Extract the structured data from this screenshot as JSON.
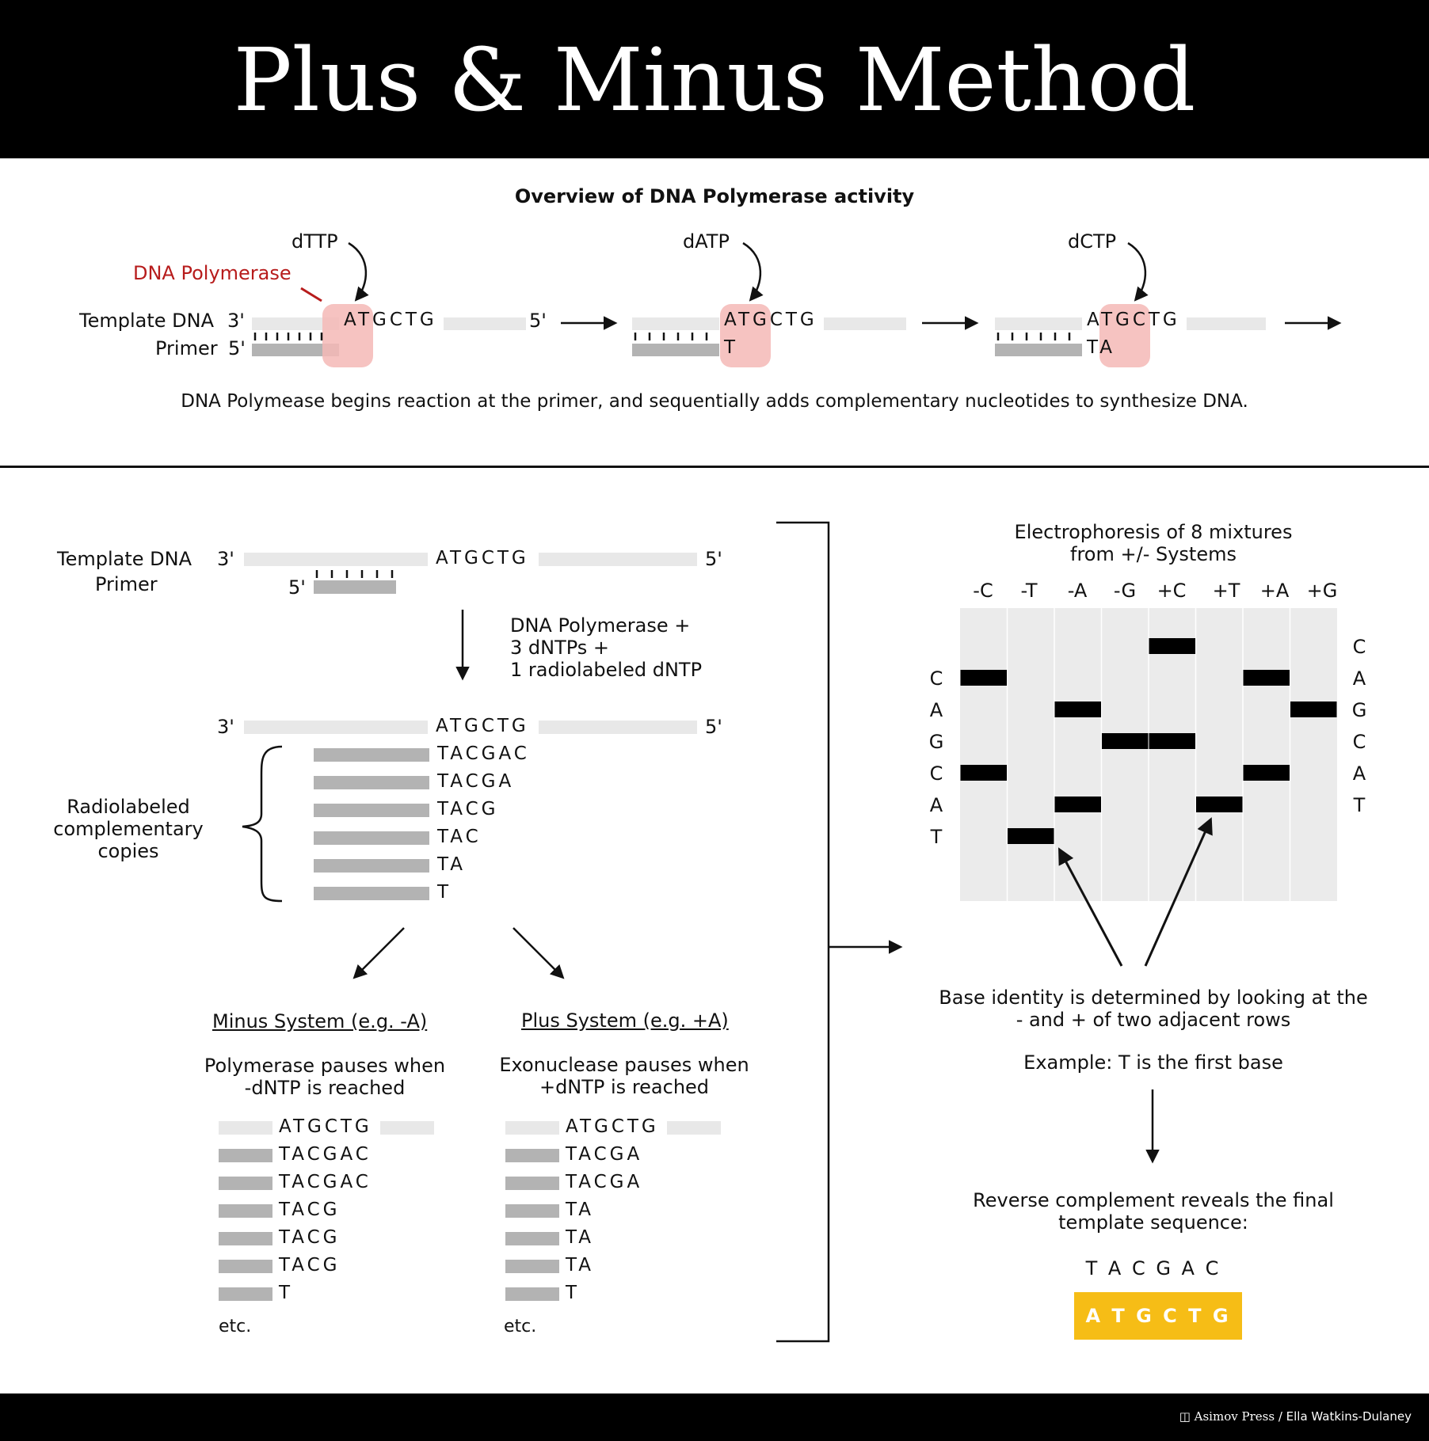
{
  "title": "Plus & Minus Method",
  "credit": {
    "publisher": "Asimov Press",
    "separator": "/",
    "author": "Ella Watkins-Dulaney"
  },
  "overview": {
    "heading": "Overview of DNA Polymerase activity",
    "polymerase_label": "DNA Polymerase",
    "template_label": "Template DNA",
    "primer_label": "Primer",
    "three_prime": "3'",
    "five_prime": "5'",
    "steps": [
      {
        "dntp": "dTTP",
        "template_seq": "ATGCTG",
        "added": ""
      },
      {
        "dntp": "dATP",
        "template_seq": "ATGCTG",
        "added": "T"
      },
      {
        "dntp": "dCTP",
        "template_seq": "ATGCTG",
        "added": "TA"
      }
    ],
    "caption": "DNA Polymease begins reaction at the primer, and sequentially adds complementary nucleotides to synthesize DNA."
  },
  "reaction": {
    "template_label": "Template DNA",
    "primer_label": "Primer",
    "three_prime": "3'",
    "five_prime": "5'",
    "template_seq": "ATGCTG",
    "step_label_lines": [
      "DNA Polymerase +",
      "3 dNTPs +",
      "1 radiolabeled dNTP"
    ],
    "copies_label_lines": [
      "Radiolabeled",
      "complementary",
      "copies"
    ],
    "copies": [
      "TACGAC",
      "TACGA",
      "TACG",
      "TAC",
      "TA",
      "T"
    ]
  },
  "minus_system": {
    "title": "Minus System (e.g. -A)",
    "desc_lines": [
      "Polymerase pauses when",
      "-dNTP is reached"
    ],
    "template_seq": "ATGCTG",
    "rows": [
      "TACGAC",
      "TACGAC",
      "TACG",
      "TACG",
      "TACG",
      "T"
    ],
    "etc": "etc."
  },
  "plus_system": {
    "title": "Plus System (e.g. +A)",
    "desc_lines": [
      "Exonuclease pauses when",
      "+dNTP is reached"
    ],
    "template_seq": "ATGCTG",
    "rows": [
      "TACGA",
      "TACGA",
      "TA",
      "TA",
      "TA",
      "T"
    ],
    "etc": "etc."
  },
  "electrophoresis": {
    "title_lines": [
      "Electrophoresis of 8 mixtures",
      "from +/- Systems"
    ],
    "lanes": [
      "-C",
      "-T",
      "-A",
      "-G",
      "+C",
      "+T",
      "+A",
      "+G"
    ],
    "left_letters": [
      "C",
      "A",
      "G",
      "C",
      "A",
      "T"
    ],
    "right_letters": [
      "C",
      "A",
      "G",
      "C",
      "A",
      "T"
    ],
    "bands": [
      {
        "lane": 4,
        "row": 0
      },
      {
        "lane": 0,
        "row": 1
      },
      {
        "lane": 6,
        "row": 1
      },
      {
        "lane": 2,
        "row": 2
      },
      {
        "lane": 7,
        "row": 2
      },
      {
        "lane": 3,
        "row": 3
      },
      {
        "lane": 4,
        "row": 3
      },
      {
        "lane": 0,
        "row": 4
      },
      {
        "lane": 6,
        "row": 4
      },
      {
        "lane": 2,
        "row": 5
      },
      {
        "lane": 5,
        "row": 5
      },
      {
        "lane": 1,
        "row": 6
      }
    ],
    "explain_lines": [
      "Base identity is determined by looking at the",
      "- and + of two adjacent rows"
    ],
    "example": "Example: T is the first base",
    "reverse_lines": [
      "Reverse complement reveals the final",
      "template sequence:"
    ],
    "read_seq": "T A C G A C",
    "final_seq": "A T G C T G"
  },
  "colors": {
    "polymerase": "#b71c1c",
    "highlight": "#f5b8b6",
    "final_box": "#f6bd16",
    "gel": "#ebebeb",
    "strand": "#e8e8e8",
    "primer": "#b3b3b3"
  }
}
